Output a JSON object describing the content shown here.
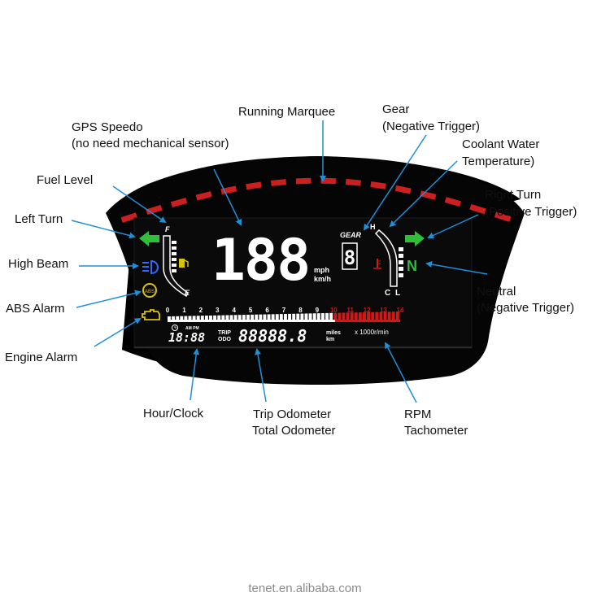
{
  "labels": {
    "running_marquee": "Running Marquee",
    "gear": [
      "Gear",
      "(Negative Trigger)"
    ],
    "gps_speedo": [
      "GPS Speedo",
      "(no need mechanical sensor)"
    ],
    "coolant": [
      "Coolant Water",
      "Temperature)"
    ],
    "fuel_level": "Fuel Level",
    "right_turn": [
      "Right Turn",
      "(Positive Trigger)"
    ],
    "left_turn": "Left Turn",
    "high_beam": "High Beam",
    "neutral": [
      "Neutral",
      "(Negative Trigger)"
    ],
    "abs_alarm": "ABS Alarm",
    "engine_alarm": "Engine Alarm",
    "hour_clock": "Hour/Clock",
    "trip_odometer": [
      "Trip Odometer",
      "Total Odometer"
    ],
    "rpm": [
      "RPM",
      "Tachometer"
    ]
  },
  "display": {
    "speed": "188",
    "speed_unit_mph": "mph",
    "speed_unit_kmh": "km/h",
    "gear_label": "GEAR",
    "gear_value": "8",
    "fuel_full": "F",
    "fuel_empty": "E",
    "temp_high": "H",
    "temp_cold": "C",
    "temp_low": "L",
    "neutral": "N",
    "abs": "ABS",
    "clock_ampm": "AM PM",
    "clock": "18:88",
    "trip": "TRIP",
    "odo": "ODO",
    "odometer": "88888.8",
    "odo_unit_miles": "miles",
    "odo_unit_km": "km",
    "rpm_unit": "x 1000r/min",
    "rpm_ticks": [
      "0",
      "1",
      "2",
      "3",
      "4",
      "5",
      "6",
      "7",
      "8",
      "9",
      "10",
      "11",
      "12",
      "13",
      "14"
    ]
  },
  "colors": {
    "marquee": "#cc1f1f",
    "arrow": "#2fbf3a",
    "high_beam": "#2f6bff",
    "amber": "#d8c20a",
    "neutral": "#2fbf3a",
    "pointer": "#1e8fd8",
    "lcd_white": "#ffffff",
    "rpm_red": "#d01818"
  },
  "icons": [
    "left-turn-arrow-icon",
    "right-turn-arrow-icon",
    "high-beam-icon",
    "abs-icon",
    "engine-icon",
    "fuel-pump-icon",
    "coolant-temp-icon",
    "clock-icon"
  ],
  "watermark": "tenet.en.alibaba.com"
}
